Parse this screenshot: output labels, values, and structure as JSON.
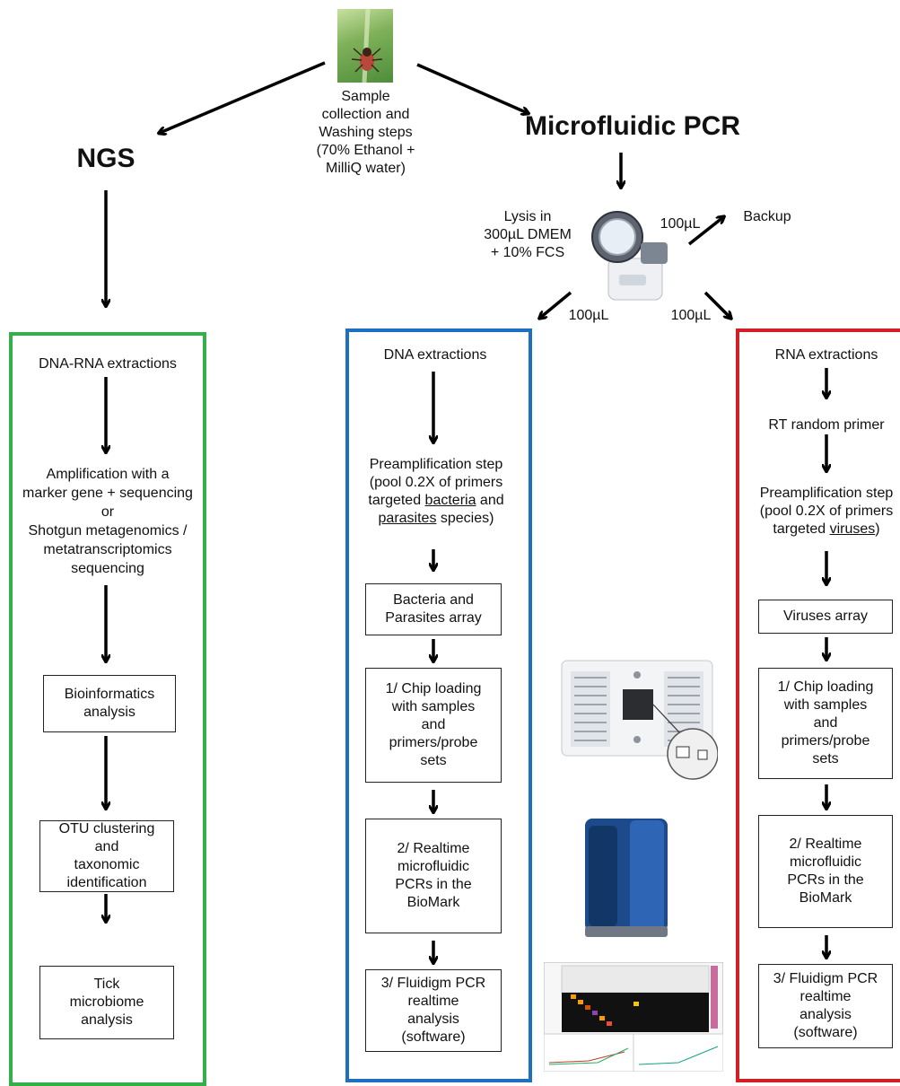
{
  "top": {
    "sample_text": "Sample\ncollection and\nWashing steps\n(70% Ethanol +\nMilliQ water)",
    "ngs_title": "NGS",
    "mpcr_title": "Microfluidic PCR",
    "lysis_text": "Lysis in\n300µL DMEM\n+ 10% FCS",
    "backup_vol": "100µL",
    "backup_label": "Backup",
    "dna_vol": "100µL",
    "rna_vol": "100µL"
  },
  "colors": {
    "ngs": "#33b04a",
    "dna": "#1e6fc2",
    "rna": "#d21f26"
  },
  "ngs": {
    "step1": "DNA-RNA  extractions",
    "step2": "Amplification with a\nmarker gene + sequencing\nor\nShotgun metagenomics /\nmetatranscriptomics\nsequencing",
    "step3": "Bioinformatics\nanalysis",
    "step4": "OTU clustering\nand\ntaxonomic\nidentification",
    "step5": "Tick\nmicrobiome\nanalysis"
  },
  "dna": {
    "step1": "DNA  extractions",
    "pre_line1": "Preamplification step",
    "pre_line2": "(pool 0.2X of primers",
    "pre_line3_a": "targeted ",
    "pre_line3_u": "bacteria",
    "pre_line3_b": " and",
    "pre_line4_u": "parasites",
    "pre_line4_b": " species)",
    "array": "Bacteria and\nParasites array",
    "chip": "1/ Chip loading\nwith samples\nand\nprimers/probe\nsets",
    "realtime": "2/ Realtime\nmicrofluidic\nPCRs in the\nBioMark",
    "analysis": "3/ Fluidigm PCR\nrealtime\nanalysis\n(software)"
  },
  "rna": {
    "step1": "RNA extractions",
    "rt": "RT random primer",
    "pre_line1": "Preamplification step",
    "pre_line2": "(pool 0.2X of primers",
    "pre_line3_a": "targeted ",
    "pre_line3_u": "viruses",
    "pre_line3_b": ")",
    "array": "Viruses array",
    "chip": "1/ Chip loading\nwith samples\nand\nprimers/probe\nsets",
    "realtime": "2/ Realtime\nmicrofluidic\nPCRs in the\nBioMark",
    "analysis": "3/ Fluidigm PCR\nrealtime\nanalysis\n(software)"
  }
}
